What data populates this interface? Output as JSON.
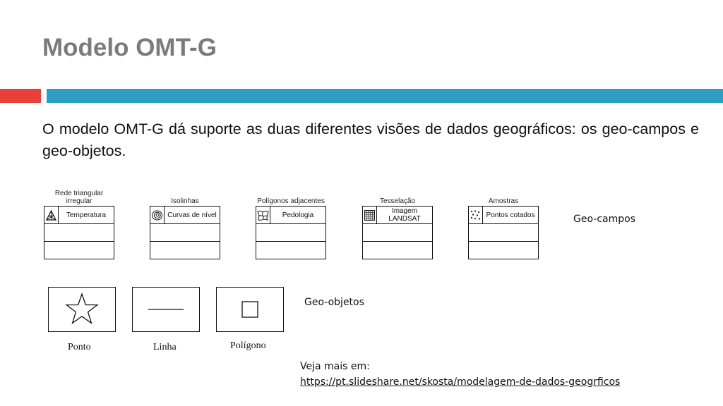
{
  "slide": {
    "title": "Modelo OMT-G",
    "paragraph": "O modelo OMT-G dá suporte as duas diferentes visões de dados geográficos: os geo-campos e geo-objetos."
  },
  "fields": [
    {
      "caption": "Rede triangular irregular",
      "name": "Temperatura",
      "icon": "triangle-network-icon"
    },
    {
      "caption": "Isolinhas",
      "name": "Curvas de nível",
      "icon": "contour-lines-icon"
    },
    {
      "caption": "Polígonos adjacentes",
      "name": "Pedologia",
      "icon": "adjacent-polygons-icon"
    },
    {
      "caption": "Tesselação",
      "name": "Imagem LANDSAT",
      "icon": "grid-tessellation-icon"
    },
    {
      "caption": "Amostras",
      "name": "Pontos cotados",
      "icon": "sample-points-icon"
    }
  ],
  "geo_campos_label": "Geo-campos",
  "geo_objetos_label": "Geo-objetos",
  "objects": [
    {
      "caption": "Ponto",
      "icon": "star-icon"
    },
    {
      "caption": "Linha",
      "icon": "line-icon"
    },
    {
      "caption": "Polígono",
      "icon": "square-icon"
    }
  ],
  "more": {
    "label": "Veja mais em:",
    "link": "https://pt.slideshare.net/skosta/modelagem-de-dados-geogrficos"
  }
}
